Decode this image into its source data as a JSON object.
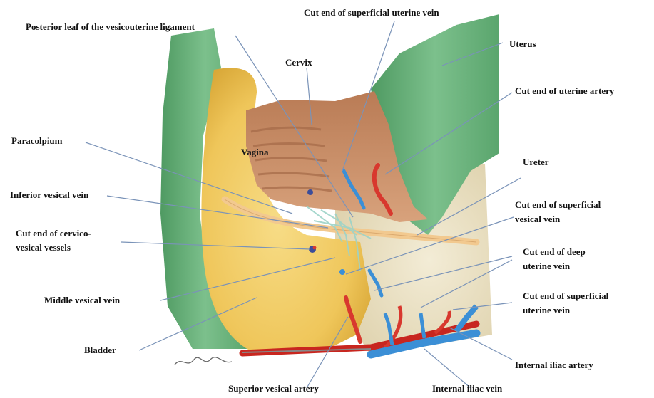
{
  "labels": {
    "posterior_leaf": "Posterior leaf of the vesicouterine ligament",
    "cut_end_superficial_uterine_vein_top": "Cut end of superficial uterine vein",
    "uterus": "Uterus",
    "cervix": "Cervix",
    "cut_end_uterine_artery": "Cut end of uterine artery",
    "vagina": "Vagina",
    "paracolpium": "Paracolpium",
    "ureter": "Ureter",
    "inferior_vesical_vein": "Inferior vesical vein",
    "cut_end_superficial_vesical_vein_1": "Cut end of superficial",
    "cut_end_superficial_vesical_vein_2": "vesical vein",
    "cut_end_cervico_vesical_1": "Cut end of cervico-",
    "cut_end_cervico_vesical_2": "vesical vessels",
    "cut_end_deep_uterine_vein_1": "Cut end of deep",
    "cut_end_deep_uterine_vein_2": "uterine vein",
    "middle_vesical_vein": "Middle vesical vein",
    "cut_end_superficial_uterine_vein_bottom_1": "Cut end of superficial",
    "cut_end_superficial_uterine_vein_bottom_2": "uterine vein",
    "bladder": "Bladder",
    "internal_iliac_artery": "Internal iliac artery",
    "superior_vesical_artery": "Superior vesical artery",
    "internal_iliac_vein": "Internal iliac vein"
  },
  "colors": {
    "leader_line": "#7a93b8",
    "bladder": "#efc85a",
    "uterus_green": "#66b07a",
    "cervix": "#c9906a",
    "artery": "#d8382e",
    "vein": "#3b8fd6",
    "ureter": "#f2c98f",
    "pelvic_wall": "#e9dfc2"
  },
  "icons": [
    "signature-icon"
  ]
}
